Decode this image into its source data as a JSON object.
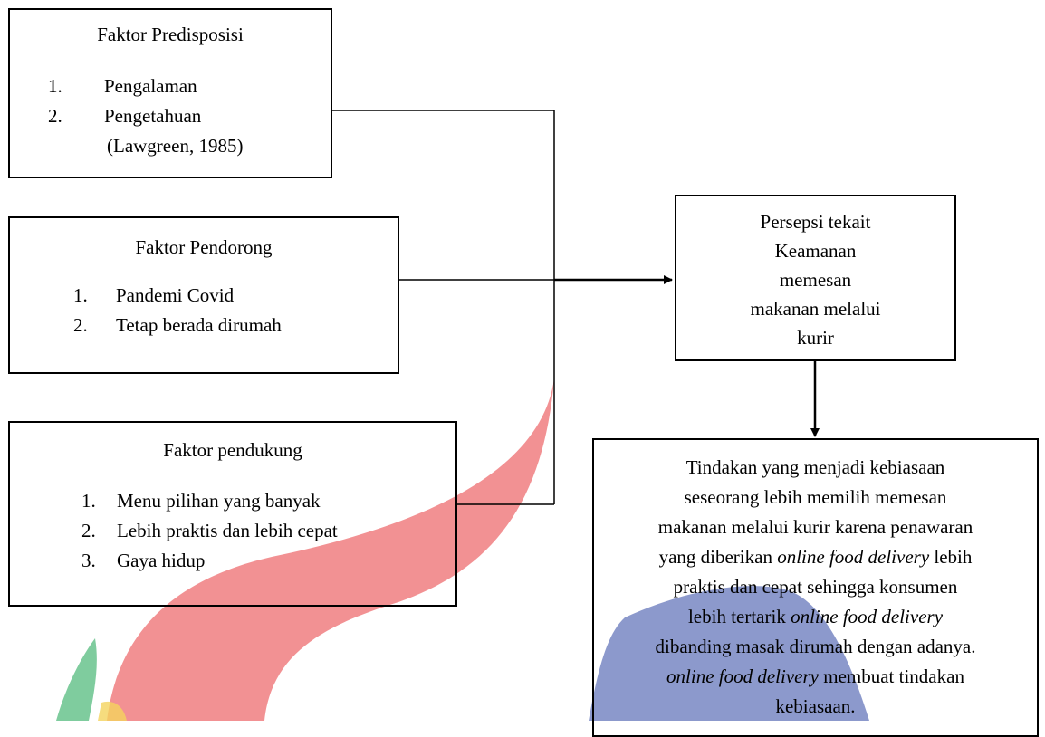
{
  "colors": {
    "watermark_red": "#ee7275",
    "watermark_blue": "#6f7fbf",
    "watermark_green": "#5fbf86",
    "watermark_yellow": "#f4d35e",
    "line": "#000000"
  },
  "boxes": {
    "predisposisi": {
      "title": "Faktor Predisposisi",
      "items": [
        {
          "num": "1.",
          "text": "Pengalaman"
        },
        {
          "num": "2.",
          "text": "Pengetahuan"
        }
      ],
      "citation": "(Lawgreen, 1985)"
    },
    "pendorong": {
      "title": "Faktor Pendorong",
      "items": [
        {
          "num": "1.",
          "text": "Pandemi Covid"
        },
        {
          "num": "2.",
          "text": "Tetap berada dirumah"
        }
      ]
    },
    "pendukung": {
      "title": "Faktor pendukung",
      "items": [
        {
          "num": "1.",
          "text": "Menu pilihan yang banyak"
        },
        {
          "num": "2.",
          "text": "Lebih praktis dan lebih cepat"
        },
        {
          "num": "3.",
          "text": "Gaya hidup"
        }
      ]
    },
    "persepsi": {
      "lines": [
        "Persepsi tekait",
        "Keamanan",
        "memesan",
        "makanan melalui",
        "kurir"
      ]
    },
    "tindakan": {
      "lines": [
        [
          {
            "t": "Tindakan yang menjadi kebiasaan"
          }
        ],
        [
          {
            "t": "seseorang lebih memilih memesan"
          }
        ],
        [
          {
            "t": "makanan melalui kurir  karena penawaran"
          }
        ],
        [
          {
            "t": "yang diberikan "
          },
          {
            "t": "online food delivery",
            "i": true
          },
          {
            "t": " lebih"
          }
        ],
        [
          {
            "t": "praktis dan cepat sehingga konsumen"
          }
        ],
        [
          {
            "t": "lebih tertarik "
          },
          {
            "t": "online food delivery",
            "i": true
          }
        ],
        [
          {
            "t": "dibanding masak dirumah dengan adanya."
          }
        ],
        [
          {
            "t": "online food delivery",
            "i": true
          },
          {
            "t": " membuat tindakan"
          }
        ],
        [
          {
            "t": "kebiasaan."
          }
        ]
      ]
    }
  }
}
